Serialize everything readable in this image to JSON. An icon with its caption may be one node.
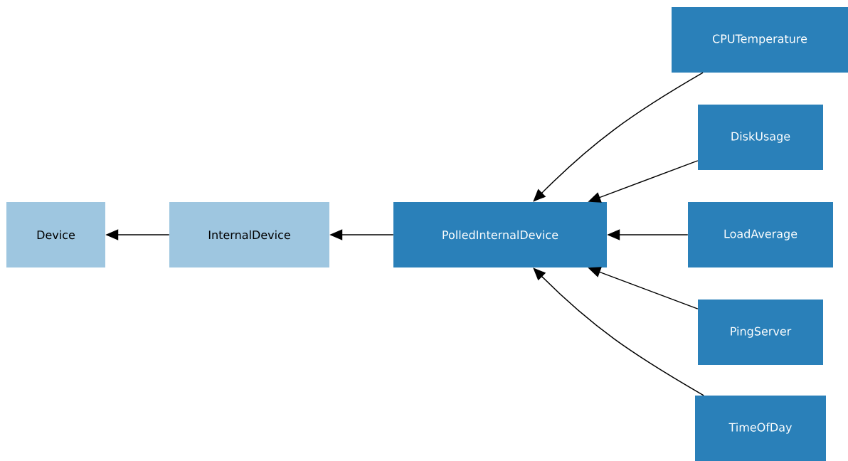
{
  "diagram": {
    "nodes": [
      {
        "text": [
          "Device"
        ]
      },
      {
        "text": [
          "InternalDevice"
        ]
      },
      {
        "text": [
          "PolledInternalDevice"
        ]
      },
      {
        "text": [
          "CPUTemperature"
        ]
      },
      {
        "text": [
          "DiskUsage"
        ]
      },
      {
        "text": [
          "LoadAverage"
        ]
      },
      {
        "text": [
          "PingServer"
        ]
      },
      {
        "text": [
          "TimeOfDay"
        ]
      }
    ],
    "edges": [
      {
        "from": 1,
        "to": 0,
        "arrow": "to"
      },
      {
        "from": 2,
        "to": 1,
        "arrow": "to"
      },
      {
        "from": 3,
        "to": 2,
        "arrow": "to"
      },
      {
        "from": 4,
        "to": 2,
        "arrow": "to"
      },
      {
        "from": 5,
        "to": 2,
        "arrow": "to"
      },
      {
        "from": 6,
        "to": 2,
        "arrow": "to"
      },
      {
        "from": 7,
        "to": 2,
        "arrow": "to"
      }
    ]
  }
}
